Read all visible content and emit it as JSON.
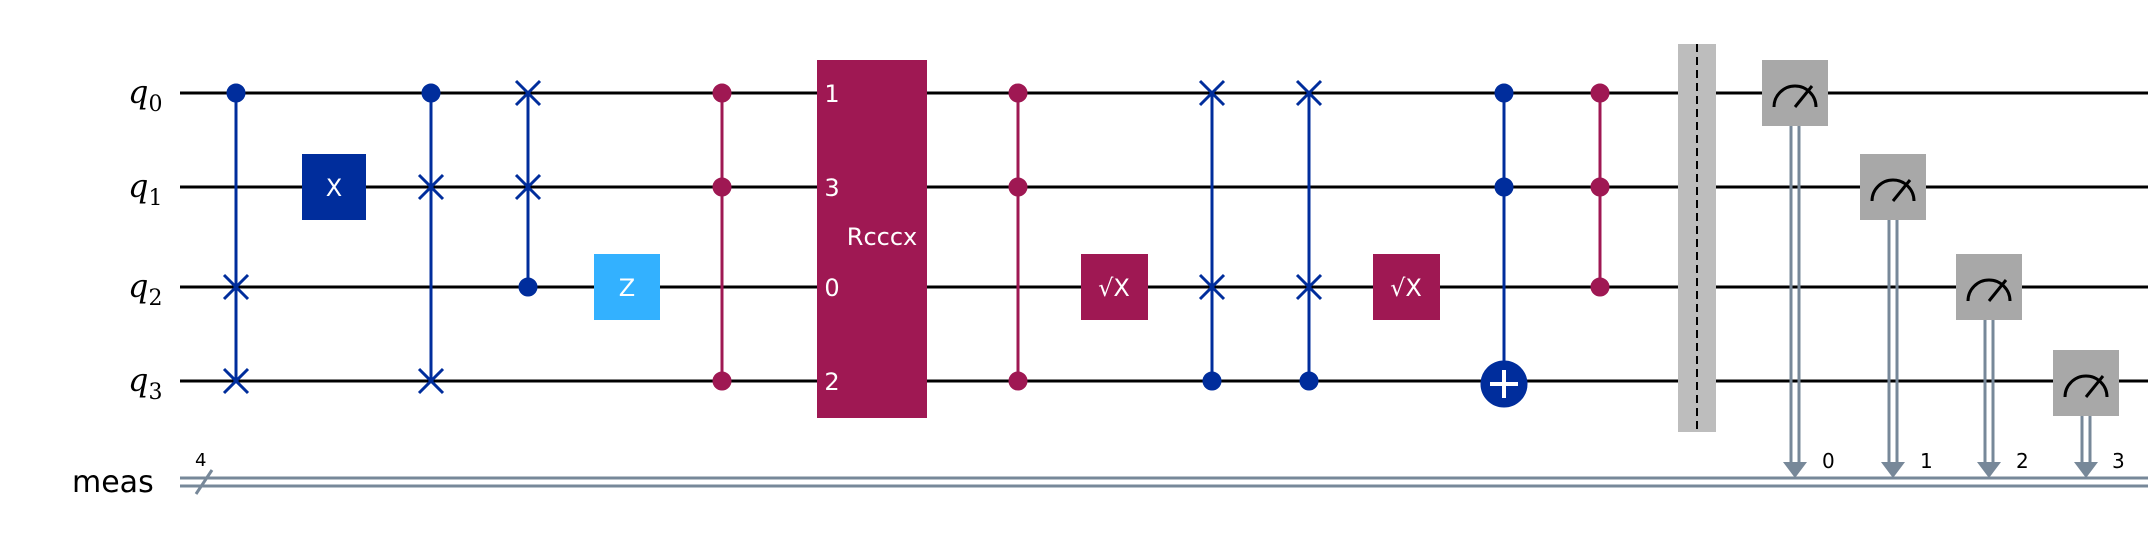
{
  "colors": {
    "wire": "#000000",
    "classical_wire": "#778899",
    "blue": "#002D9C",
    "magenta": "#9F1853",
    "light_blue": "#33B1FF",
    "measure_gray": "#A8A8A8",
    "barrier": "#BDBDBD",
    "white": "#FFFFFF"
  },
  "qubits": [
    {
      "name": "q",
      "index": "0"
    },
    {
      "name": "q",
      "index": "1"
    },
    {
      "name": "q",
      "index": "2"
    },
    {
      "name": "q",
      "index": "3"
    }
  ],
  "classical_register": {
    "name": "meas",
    "size": "4"
  },
  "gates": {
    "x": "X",
    "z": "Z",
    "sx": "√X",
    "rcccx": "Rcccx",
    "rcccx_ports": [
      "1",
      "3",
      "0",
      "2"
    ]
  },
  "measure_bits": [
    "0",
    "1",
    "2",
    "3"
  ],
  "measure_icon": "measure-meter-icon",
  "target_icon": "cnot-target-icon",
  "swap_icon": "swap-cross-icon"
}
